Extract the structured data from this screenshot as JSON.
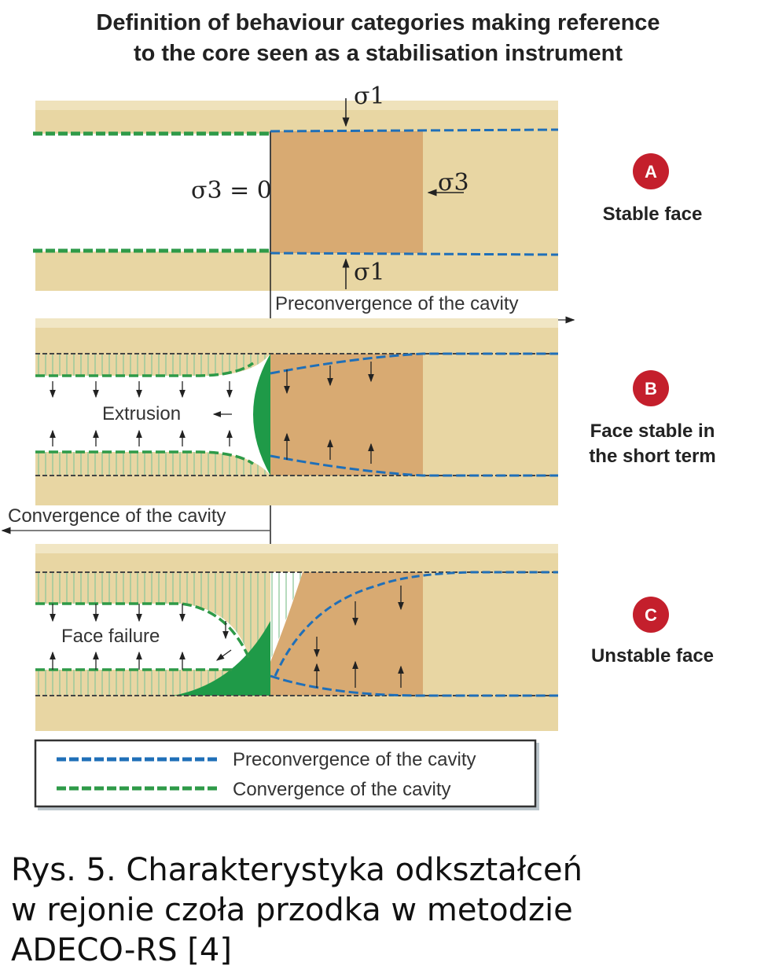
{
  "title": {
    "line1": "Definition of behaviour categories making reference",
    "line2": "to the core seen as a stabilisation instrument"
  },
  "panels": [
    {
      "badge": "A",
      "label_lines": [
        "Stable face"
      ]
    },
    {
      "badge": "B",
      "label_lines": [
        "Face stable in",
        "the short term"
      ],
      "inner_label": "Extrusion"
    },
    {
      "badge": "C",
      "label_lines": [
        "Unstable face"
      ],
      "inner_label": "Face failure"
    }
  ],
  "symbols": {
    "sigma1_top": "σ1",
    "sigma1_bottom": "σ1",
    "sigma3_zero": "σ3 = 0",
    "sigma3": "σ3"
  },
  "arrows": {
    "preconvergence": "Preconvergence of the cavity",
    "convergence": "Convergence of the cavity"
  },
  "legend": [
    {
      "label": "Preconvergence of the cavity",
      "color": "#1f6fb8"
    },
    {
      "label": "Convergence of the cavity",
      "color": "#2e9a48"
    }
  ],
  "caption": {
    "line1": "Rys. 5. Charakterystyka odkształceń",
    "line2": "w rejonie czoła przodka w metodzie",
    "line3": "ADECO-RS [4]"
  },
  "colors": {
    "rock": "#e8d6a3",
    "core": "#d8aa72",
    "extrusion": "#1f9a48",
    "badge": "#c41f2c"
  }
}
